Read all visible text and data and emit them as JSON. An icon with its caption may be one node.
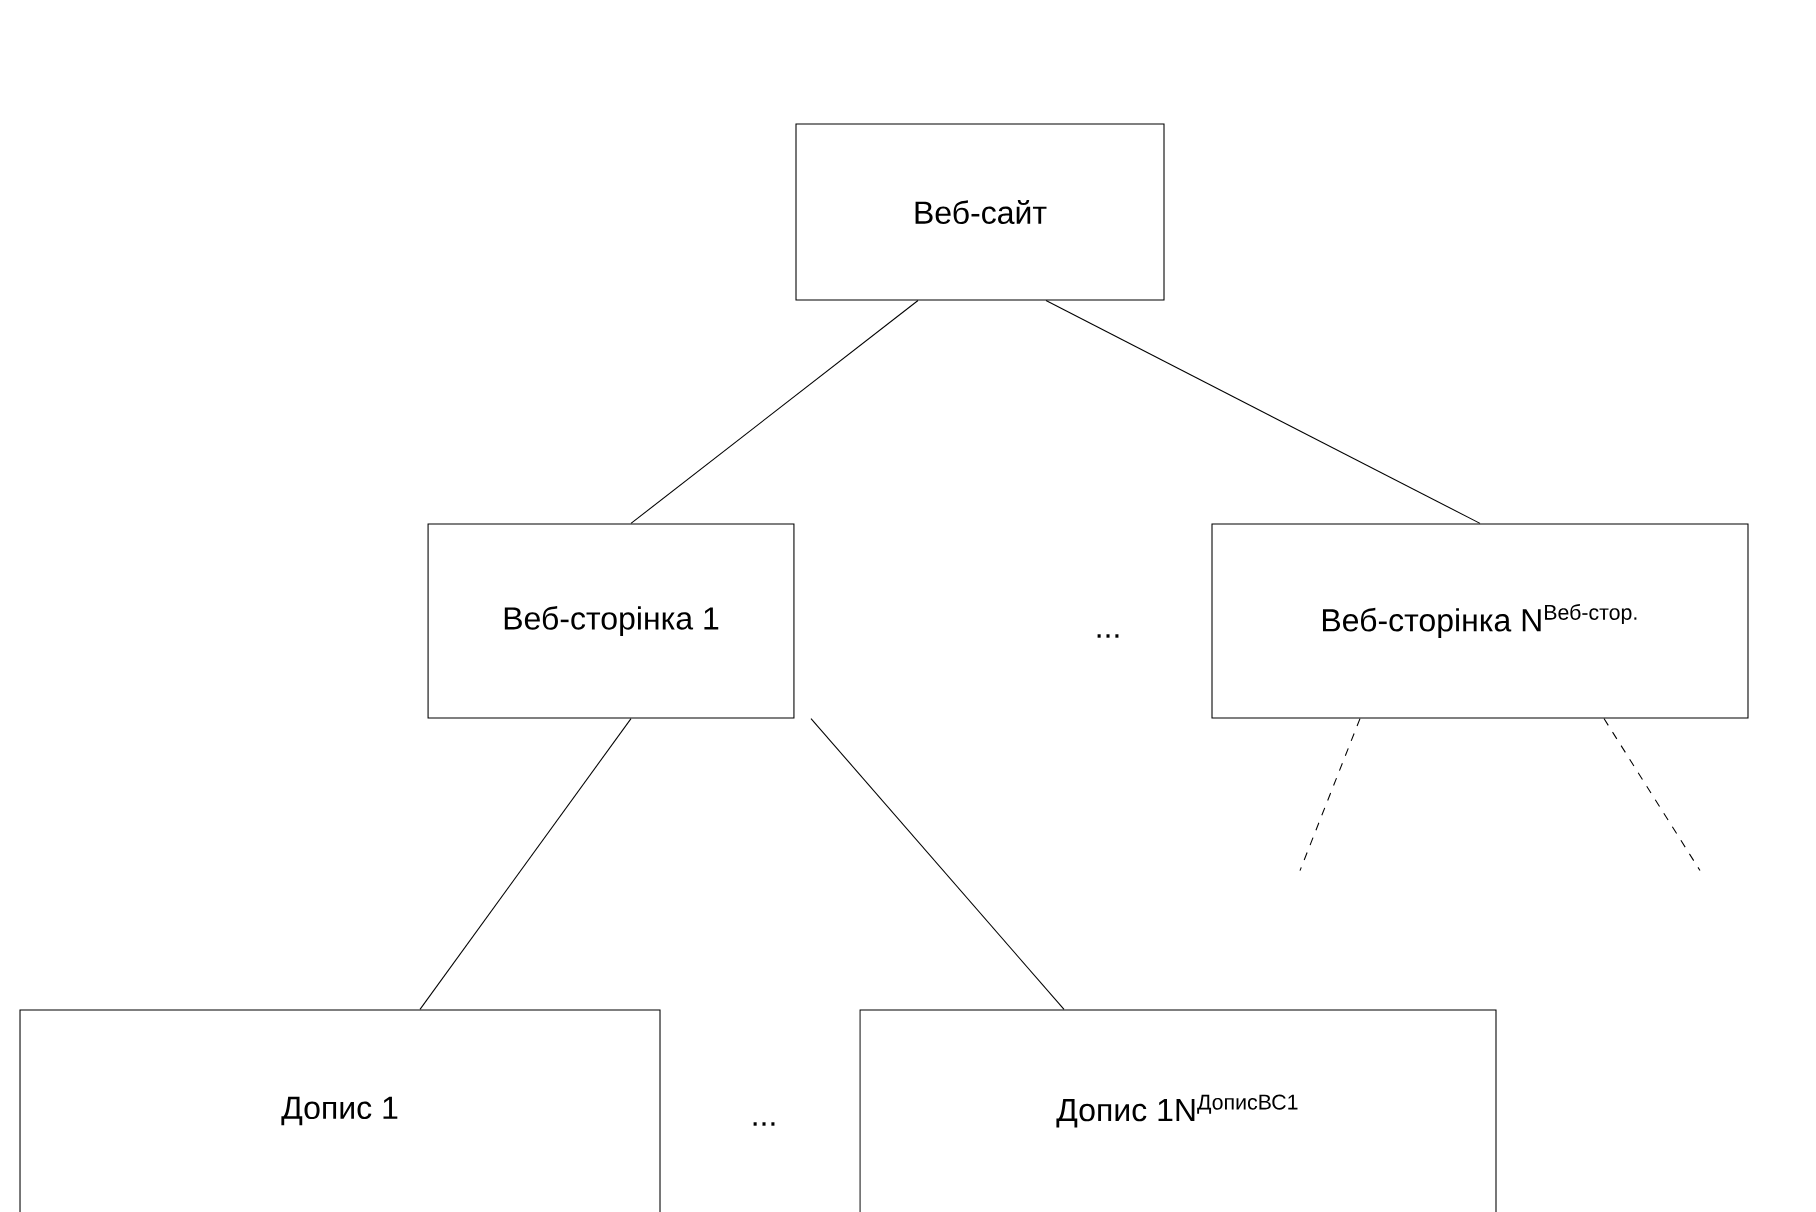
{
  "diagram": {
    "nodes": [
      {
        "text": [
          "Веб-сайт"
        ]
      },
      {
        "text": [
          "Веб-сторінка 1"
        ]
      },
      {
        "text": [
          "Веб-сторінка N$^{Веб-стор.}$"
        ]
      },
      {
        "text": [
          "Допис 1"
        ]
      },
      {
        "text": [
          "Допис 1N$^{ДописВС1}$"
        ]
      }
    ],
    "edges": [
      {
        "from": 0,
        "to": 1,
        "arrow": "none"
      },
      {
        "from": 0,
        "to": 2,
        "arrow": "none"
      },
      {
        "from": 1,
        "to": 3,
        "arrow": "none"
      },
      {
        "from": 1,
        "to": 4,
        "arrow": "none"
      },
      {
        "from": 2,
        "to": null,
        "arrow": "none",
        "style": "dashed"
      },
      {
        "from": 2,
        "to": null,
        "arrow": "none",
        "style": "dashed"
      }
    ],
    "labels": [
      "...",
      "..."
    ]
  }
}
